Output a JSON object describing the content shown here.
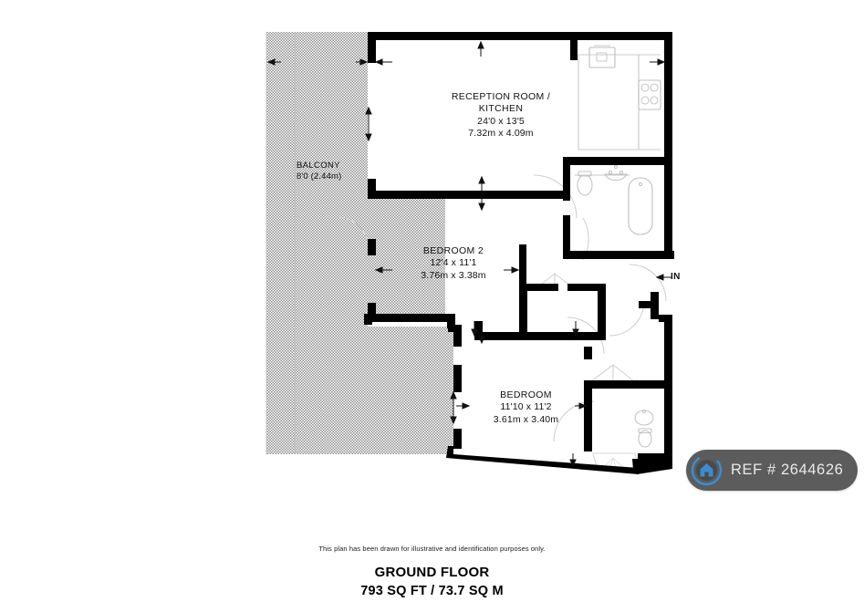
{
  "plan": {
    "rooms": [
      {
        "id": "reception",
        "name": "RECEPTION ROOM /",
        "name2": "KITCHEN",
        "dim_imperial": "24'0 x 13'5",
        "dim_metric": "7.32m x 4.09m"
      },
      {
        "id": "bedroom2",
        "name": "BEDROOM 2",
        "dim_imperial": "12'4 x 11'1",
        "dim_metric": "3.76m x 3.38m"
      },
      {
        "id": "bedroom1",
        "name": "BEDROOM",
        "dim_imperial": "11'10 x 11'2",
        "dim_metric": "3.61m x 3.40m"
      },
      {
        "id": "balcony",
        "name": "BALCONY",
        "dim_imperial": "8'0 (2.44m)"
      }
    ],
    "entrance_label": "IN",
    "colors": {
      "wall": "#000000",
      "fixture_outline": "#cfcfcf",
      "balcony_hatch": "#9a9a9a",
      "background": "#ffffff"
    }
  },
  "captions": {
    "disclaimer": "This plan has been drawn for illustrative and identification purposes only.",
    "floor_title": "GROUND FLOOR",
    "floor_area": "793 SQ FT / 73.7 SQ M"
  },
  "ref_badge": {
    "text": "REF # 2644626",
    "icon": "home-icon",
    "background_color": "#5c5c5c",
    "icon_color": "#3d8bcd",
    "text_color": "#eaeaea"
  }
}
